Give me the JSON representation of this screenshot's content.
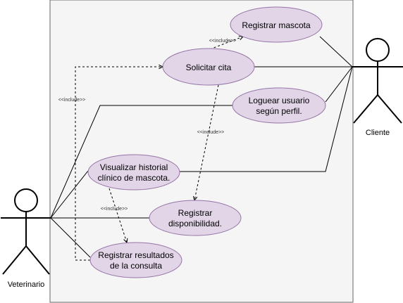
{
  "colors": {
    "use_case_fill": "#e1d5e7",
    "use_case_stroke": "#9673a6",
    "boundary_fill": "#f5f5f5",
    "boundary_stroke": "#666666"
  },
  "actors": {
    "veterinario": {
      "label": "Veterinario"
    },
    "cliente": {
      "label": "Cliente"
    }
  },
  "use_cases": {
    "registrar_mascota": {
      "lines": [
        "Registrar mascota"
      ]
    },
    "solicitar_cita": {
      "lines": [
        "Solicitar cita"
      ]
    },
    "loguear_usuario": {
      "lines": [
        "Loguear usuario",
        "según perfil."
      ]
    },
    "visualizar_historial": {
      "lines": [
        "Visualizar historial",
        "clínico de mascota."
      ]
    },
    "registrar_disponibilidad": {
      "lines": [
        "Registrar",
        "disponibilidad."
      ]
    },
    "registrar_resultados": {
      "lines": [
        "Registrar resultados",
        "de la consulta"
      ]
    }
  },
  "relations": {
    "include_label": "<<include>>"
  }
}
